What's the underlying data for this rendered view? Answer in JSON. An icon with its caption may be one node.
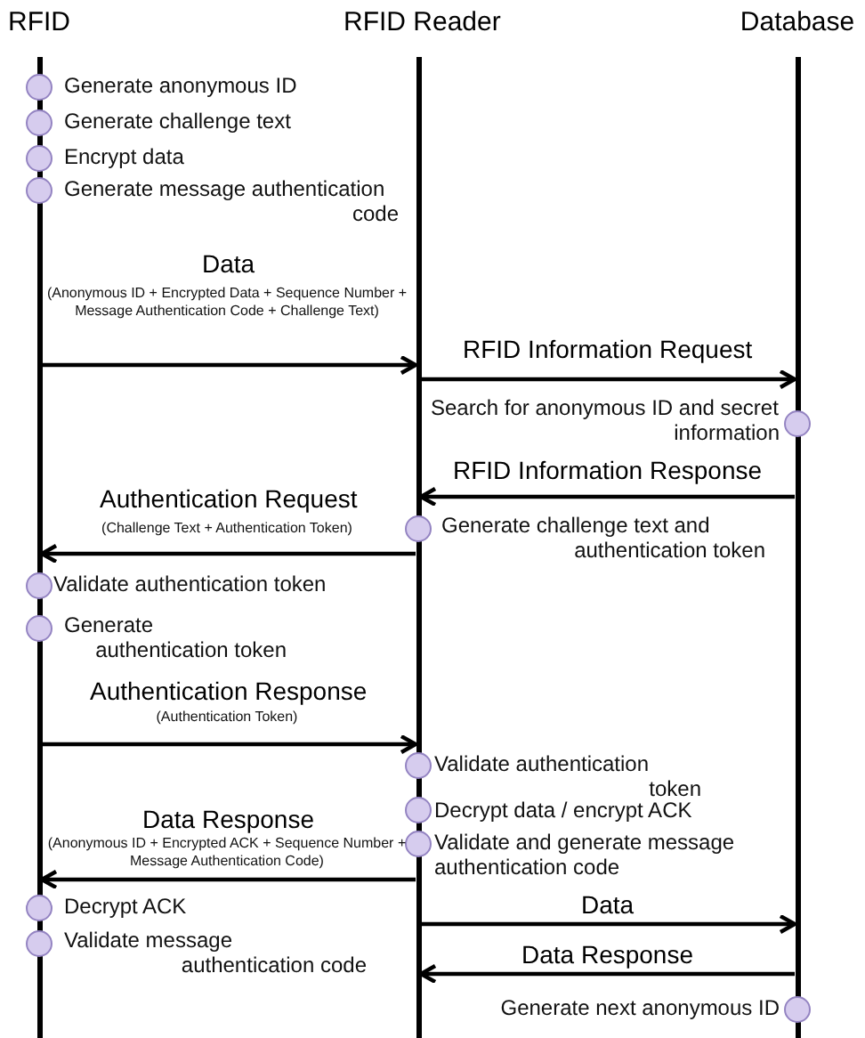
{
  "diagram": {
    "nodes": [
      {
        "text": [
          "RFID"
        ]
      },
      {
        "text": [
          "RFID Reader"
        ]
      },
      {
        "text": [
          "Database"
        ]
      }
    ],
    "edges": [
      {
        "from": 0,
        "to": 1,
        "arrow": "to",
        "label": "Data"
      },
      {
        "from": 1,
        "to": 2,
        "arrow": "to",
        "label": "RFID Information Request"
      },
      {
        "from": 2,
        "to": 1,
        "arrow": "to",
        "label": "RFID Information Response"
      },
      {
        "from": 1,
        "to": 0,
        "arrow": "to",
        "label": "Authentication Request"
      },
      {
        "from": 0,
        "to": 1,
        "arrow": "to",
        "label": "Authentication Response"
      },
      {
        "from": 1,
        "to": 0,
        "arrow": "to",
        "label": "Data Response"
      },
      {
        "from": 1,
        "to": 2,
        "arrow": "to",
        "label": "Data"
      },
      {
        "from": 2,
        "to": 1,
        "arrow": "to",
        "label": "Data Response"
      }
    ],
    "labels": [
      "Generate anonymous ID",
      "Generate challenge text",
      "Encrypt data",
      "Generate message authentication code",
      "(Anonymous ID + Encrypted Data + Sequence Number + Message Authentication Code + Challenge Text)",
      "Search for anonymous ID and secret information",
      "Generate challenge text and authentication token",
      "(Challenge Text + Authentication Token)",
      "Validate authentication token",
      "Generate authentication token",
      "(Authentication Token)",
      "Validate authentication token",
      "Decrypt data / encrypt ACK",
      "(Anonymous ID + Encrypted ACK + Sequence Number + Message Authentication Code)",
      "Validate and generate message authentication code",
      "Decrypt ACK",
      "Validate message authentication code",
      "Generate next anonymous ID"
    ]
  }
}
